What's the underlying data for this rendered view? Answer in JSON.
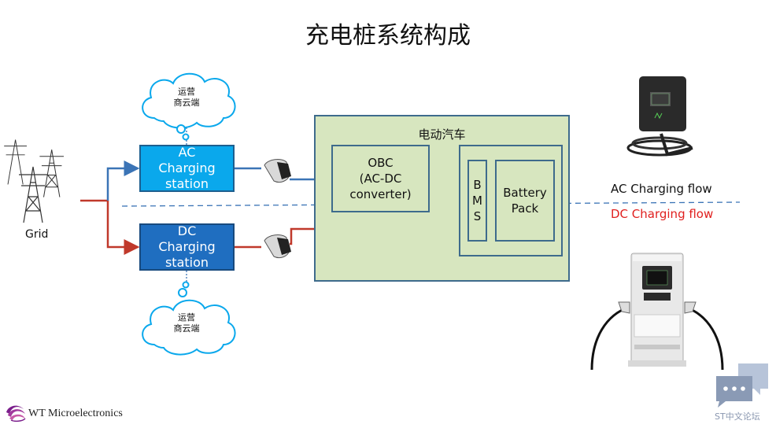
{
  "title": "充电桩系统构成",
  "grid_label": "Grid",
  "ac_station": {
    "line1": "AC",
    "line2": "Charging",
    "line3": "station"
  },
  "dc_station": {
    "line1": "DC",
    "line2": "Charging",
    "line3": "station"
  },
  "cloud_top": {
    "line1": "运营",
    "line2": "商云端"
  },
  "cloud_bottom": {
    "line1": "运营",
    "line2": "商云端"
  },
  "ev": {
    "title": "电动汽车",
    "obc": {
      "line1": "OBC",
      "line2": "(AC-DC",
      "line3": "converter)"
    },
    "bms": [
      "B",
      "M",
      "S"
    ],
    "battery": {
      "line1": "Battery",
      "line2": "Pack"
    }
  },
  "legend": {
    "ac_flow": "AC Charging flow",
    "dc_flow": "DC Charging flow"
  },
  "colors": {
    "ac_flow": "#3b74b6",
    "dc_flow": "#c0392b",
    "ev_fill": "#d7e6bf",
    "ac_station": "#0aa8ec",
    "dc_station": "#1f6ec0"
  },
  "footer": {
    "company": "WT Microelectronics",
    "forum": "ST中文论坛"
  }
}
